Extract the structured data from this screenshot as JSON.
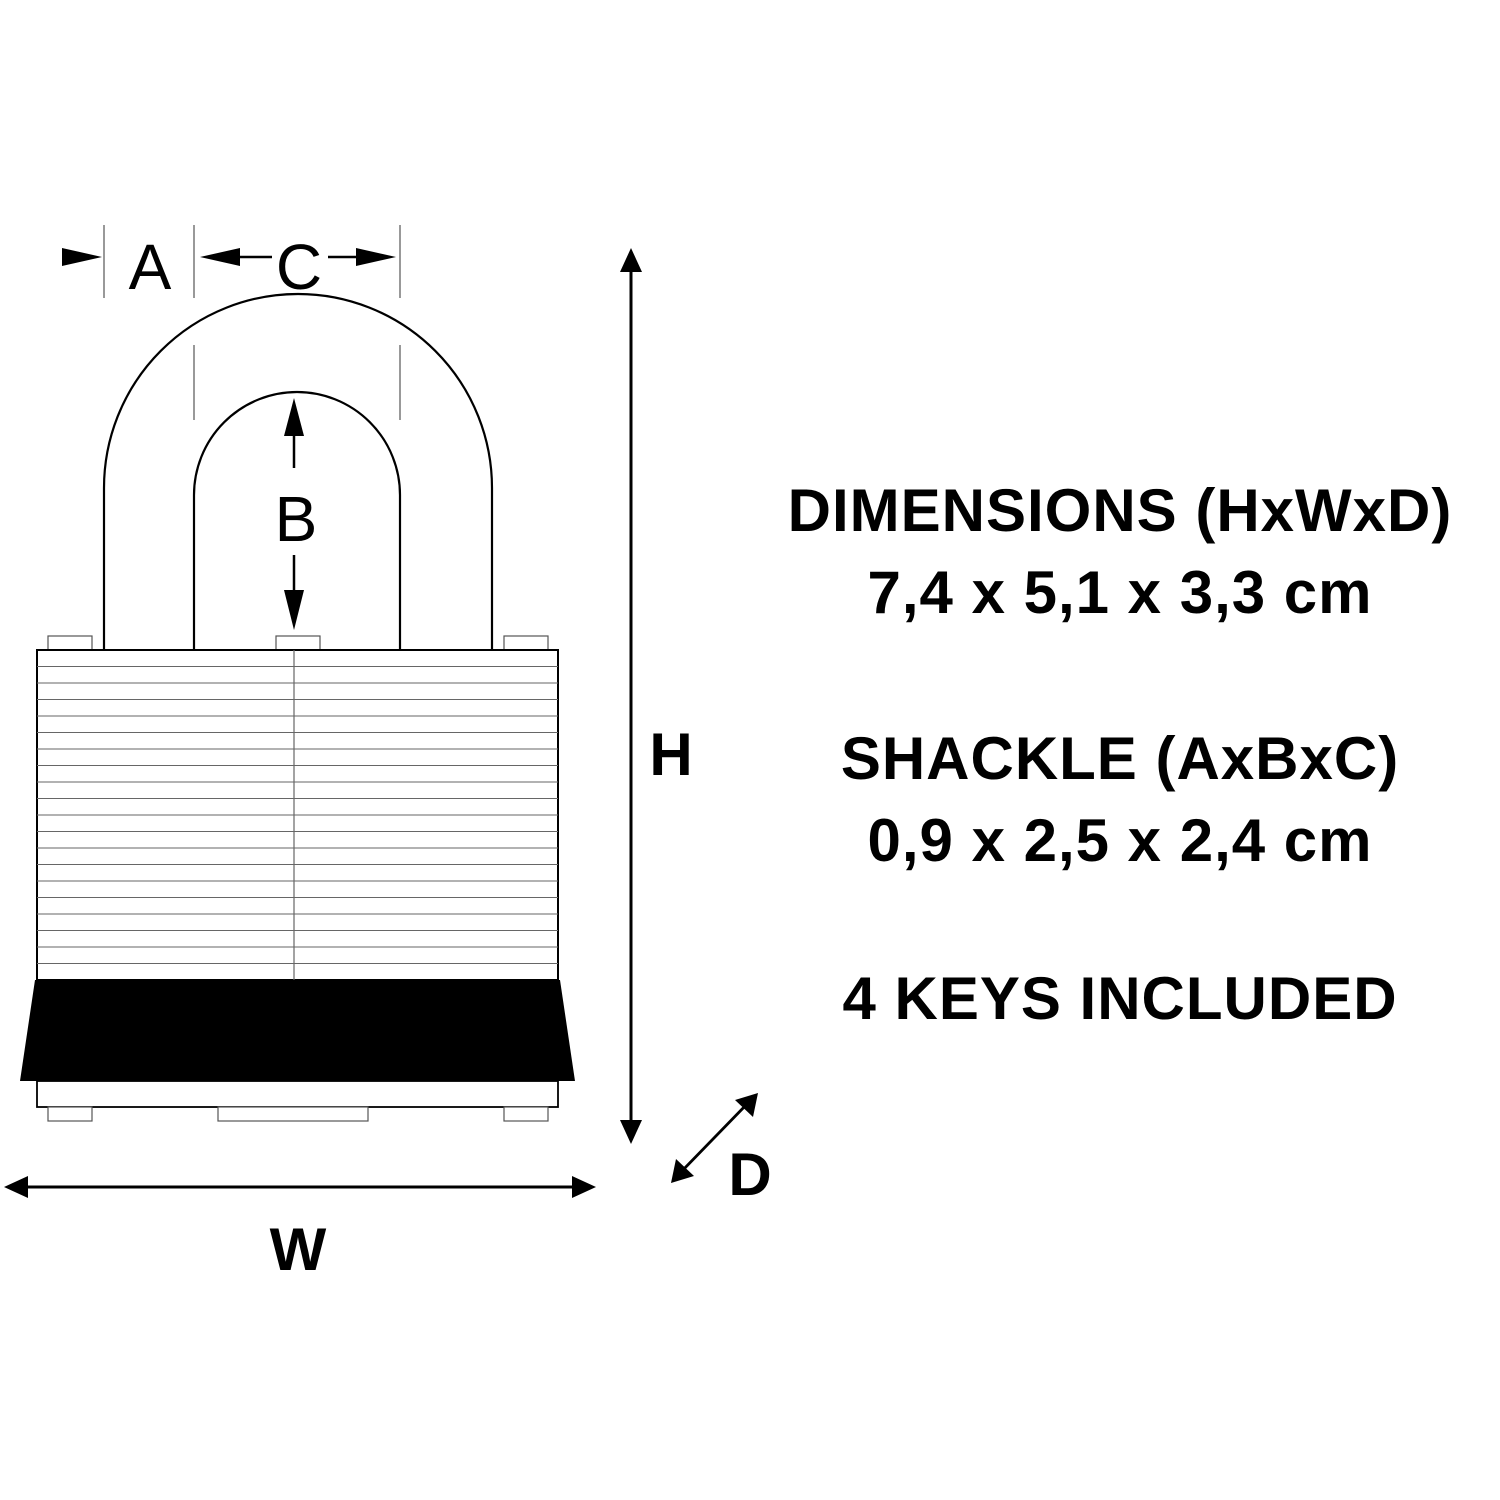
{
  "labels": {
    "a": "A",
    "b": "B",
    "c": "C",
    "h": "H",
    "w": "W",
    "d": "D"
  },
  "specs": {
    "dimensions_title": "DIMENSIONS (HxWxD)",
    "dimensions_value": "7,4 x 5,1 x 3,3 cm",
    "shackle_title": "SHACKLE (AxBxC)",
    "shackle_value": "0,9 x 2,5 x 2,4 cm",
    "keys": "4 KEYS INCLUDED"
  },
  "colors": {
    "line": "#000000",
    "thin_line": "#666666",
    "background": "#ffffff"
  }
}
